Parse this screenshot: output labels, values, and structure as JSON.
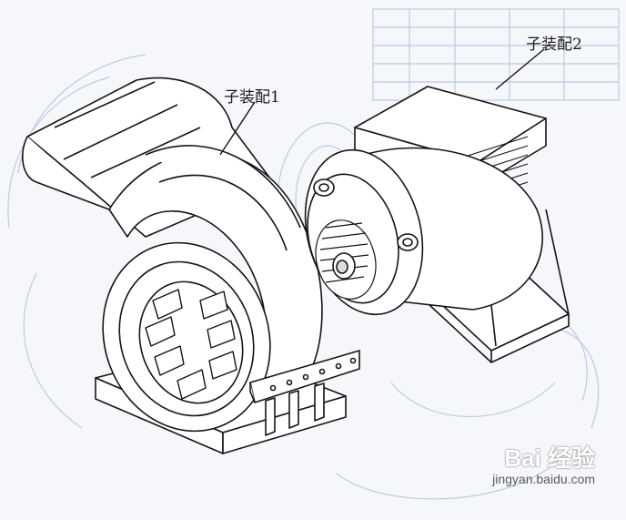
{
  "labels": {
    "subassembly_1": "子装配1",
    "subassembly_2": "子装配2"
  },
  "watermark": {
    "brand": "Bai 经验",
    "url": "jingyan.baidu.com"
  },
  "colors": {
    "paper": "#f6f7fb",
    "ink": "#141414",
    "faint_blue": "#9fb4d6"
  }
}
